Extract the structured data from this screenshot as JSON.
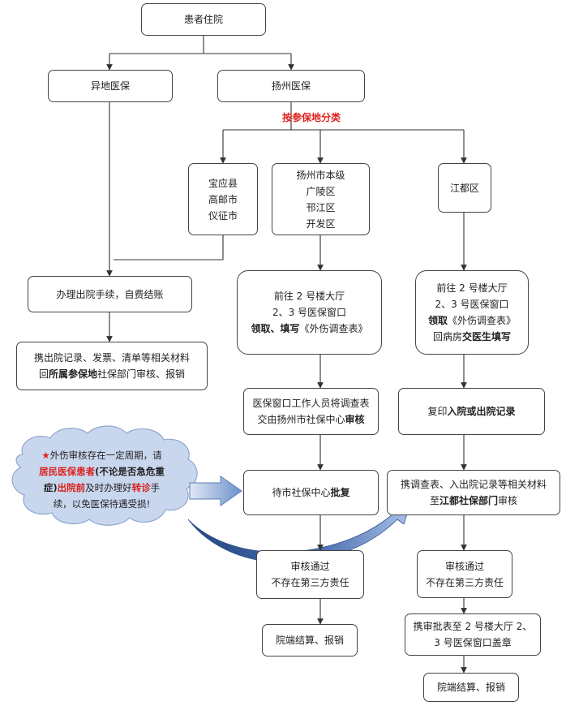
{
  "nodes": {
    "inpatient": "患者住院",
    "other_insurance": "异地医保",
    "yangzhou_insurance": "扬州医保",
    "classify_label": "按参保地分类",
    "group_baoying": [
      "宝应县",
      "高邮市",
      "仪征市"
    ],
    "group_city": [
      "扬州市本级",
      "广陵区",
      "邗江区",
      "开发区"
    ],
    "group_jiangdu": "江都区",
    "discharge_self_pay": "办理出院手续，自费结账",
    "carry_materials": {
      "line1": "携出院记录、发票、清单等相关材料",
      "line2_a": "回",
      "line2_b": "所属参保地",
      "line2_c": "社保部门审核、报销"
    },
    "city_window": {
      "line1": "前往 2 号楼大厅",
      "line2": "2、3 号医保窗口",
      "line3_a": "领取、填写",
      "line3_b": "《外伤调查表》"
    },
    "jiangdu_window": {
      "line1": "前往 2 号楼大厅",
      "line2": "2、3 号医保窗口",
      "line3_a": "领取",
      "line3_b": "《外伤调查表》",
      "line4_a": "回病房",
      "line4_b": "交医生填写"
    },
    "staff_submit": {
      "line1": "医保窗口工作人员将调查表",
      "line2_a": "交由扬州市社保中心",
      "line2_b": "审核"
    },
    "copy_record": {
      "a": "复印",
      "b": "入院或出院记录"
    },
    "await_approval": {
      "a": "待市社保中心",
      "b": "批复"
    },
    "jiangdu_submit": {
      "line1": "携调查表、入出院记录等相关材料",
      "line2_a": "至",
      "line2_b": "江都社保部门",
      "line2_c": "审核"
    },
    "approved_left": [
      "审核通过",
      "不存在第三方责任"
    ],
    "approved_right": [
      "审核通过",
      "不存在第三方责任"
    ],
    "stamp": [
      "携审批表至 2 号楼大厅 2、",
      "3 号医保窗口盖章"
    ],
    "settle_left": "院端结算、报销",
    "settle_right": "院端结算、报销"
  },
  "note": {
    "star": "★",
    "t1": "外伤审核存在一定周期，请",
    "t2": "居民医保患者",
    "t3": "(不论是否急危重",
    "t4": "症)",
    "t5": "出院前",
    "t6": "及时办理好",
    "t7": "转诊",
    "t8": "手",
    "t9": "续，以免医保待遇受损!"
  },
  "colors": {
    "border": "#444444",
    "highlight_red": "#e0201b",
    "cloud_fill": "#c9d7ee",
    "cloud_stroke": "#8fa6cf",
    "arrow_dark": "#2f4f8a",
    "arrow_light": "#a9c2e8"
  }
}
